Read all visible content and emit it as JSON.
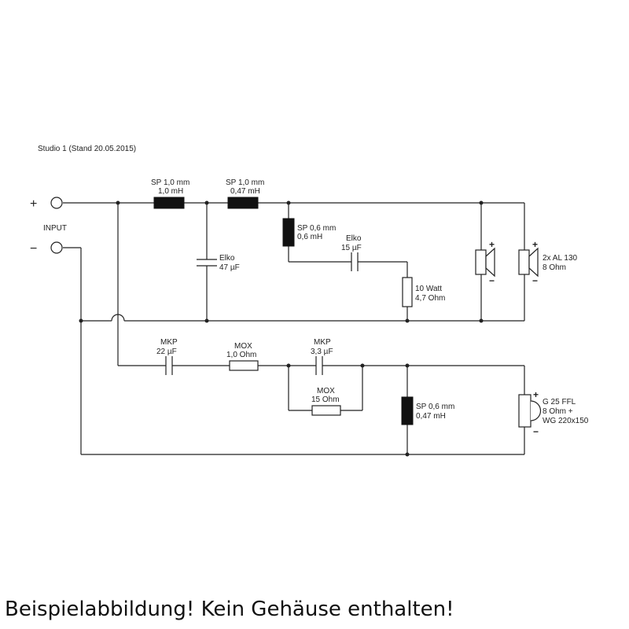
{
  "title": "Studio 1 (Stand 20.05.2015)",
  "input": {
    "label": "INPUT",
    "plus": "+",
    "minus": "−"
  },
  "components": {
    "sp1": {
      "line1": "SP 1,0 mm",
      "line2": "1,0 mH"
    },
    "sp2": {
      "line1": "SP 1,0 mm",
      "line2": "0,47 mH"
    },
    "elko1": {
      "line1": "Elko",
      "line2": "47 µF"
    },
    "sp3": {
      "line1": "SP 0,6 mm",
      "line2": "0,6 mH"
    },
    "elko2": {
      "line1": "Elko",
      "line2": "15 µF"
    },
    "r1": {
      "line1": "10 Watt",
      "line2": "4,7 Ohm"
    },
    "woofer": {
      "line1": "2x AL 130",
      "line2": "8 Ohm"
    },
    "mkp1": {
      "line1": "MKP",
      "line2": "22 µF"
    },
    "mox1": {
      "line1": "MOX",
      "line2": "1,0 Ohm"
    },
    "mkp2": {
      "line1": "MKP",
      "line2": "3,3 µF"
    },
    "mox2": {
      "line1": "MOX",
      "line2": "15 Ohm"
    },
    "sp4": {
      "line1": "SP 0,6 mm",
      "line2": "0,47 mH"
    },
    "tweeter": {
      "line1": "G 25 FFL",
      "line2": "8 Ohm +",
      "line3": "WG 220x150"
    }
  },
  "speaker_polarity": {
    "plus": "+",
    "minus": "−"
  },
  "caption": "Beispielabbildung! Kein Gehäuse enthalten!"
}
